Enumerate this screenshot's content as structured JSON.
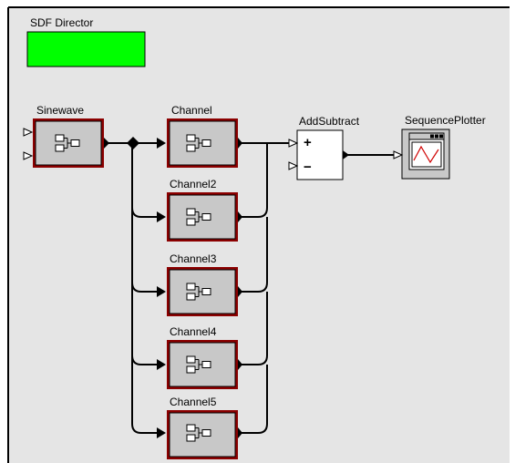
{
  "director": {
    "label": "SDF Director",
    "color": "#00ff00"
  },
  "canvas_bg": "#e5e5e5",
  "actors": {
    "sinewave": {
      "label": "Sinewave"
    },
    "channel1": {
      "label": "Channel"
    },
    "channel2": {
      "label": "Channel2"
    },
    "channel3": {
      "label": "Channel3"
    },
    "channel4": {
      "label": "Channel4"
    },
    "channel5": {
      "label": "Channel5"
    },
    "addsubtract": {
      "label": "AddSubtract",
      "plus": "+",
      "minus": "−"
    },
    "plotter": {
      "label": "SequencePlotter"
    }
  }
}
